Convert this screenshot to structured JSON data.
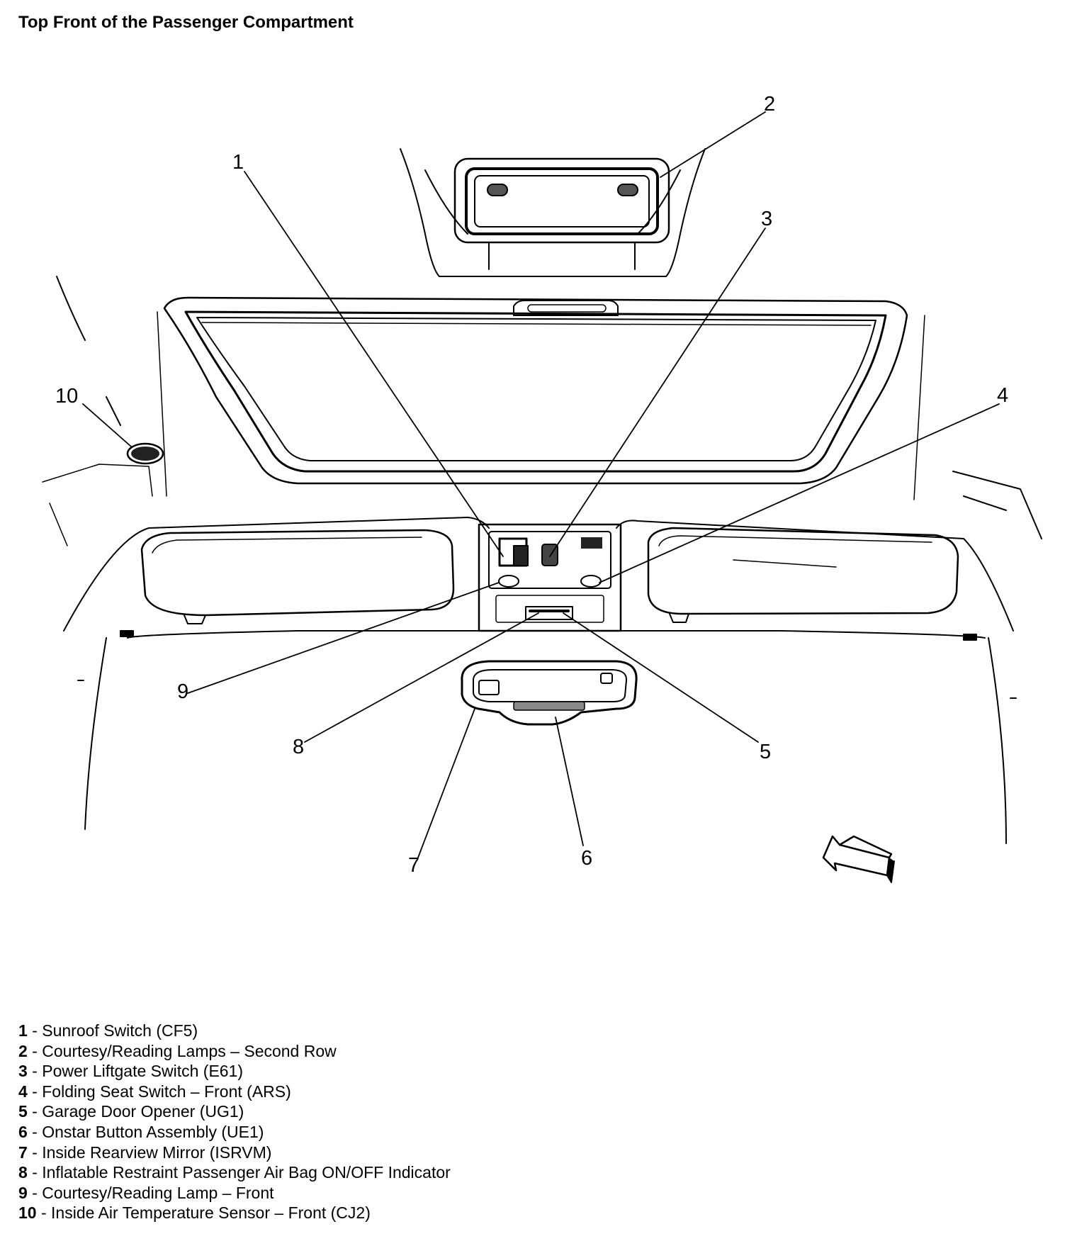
{
  "title": "Top Front of the Passenger Compartment",
  "callouts": [
    "1",
    "2",
    "3",
    "4",
    "5",
    "6",
    "7",
    "8",
    "9",
    "10"
  ],
  "legend": [
    {
      "num": "1",
      "sep": " - ",
      "text": "Sunroof Switch (CF5)"
    },
    {
      "num": "2",
      "sep": " - ",
      "text": "Courtesy/Reading Lamps – Second Row"
    },
    {
      "num": "3",
      "sep": " - ",
      "text": "Power Liftgate Switch (E61)"
    },
    {
      "num": "4",
      "sep": " - ",
      "text": "Folding Seat Switch – Front (ARS)"
    },
    {
      "num": "5",
      "sep": " - ",
      "text": "Garage Door Opener (UG1)"
    },
    {
      "num": "6",
      "sep": " - ",
      "text": "Onstar Button Assembly (UE1)"
    },
    {
      "num": "7",
      "sep": " - ",
      "text": "Inside Rearview Mirror (ISRVM)"
    },
    {
      "num": "8",
      "sep": " - ",
      "text": "Inflatable Restraint Passenger Air Bag ON/OFF Indicator"
    },
    {
      "num": "9",
      "sep": " - ",
      "text": "Courtesy/Reading Lamp – Front"
    },
    {
      "num": "10",
      "sep": " - ",
      "text": "Inside Air Temperature Sensor – Front (CJ2)"
    }
  ]
}
